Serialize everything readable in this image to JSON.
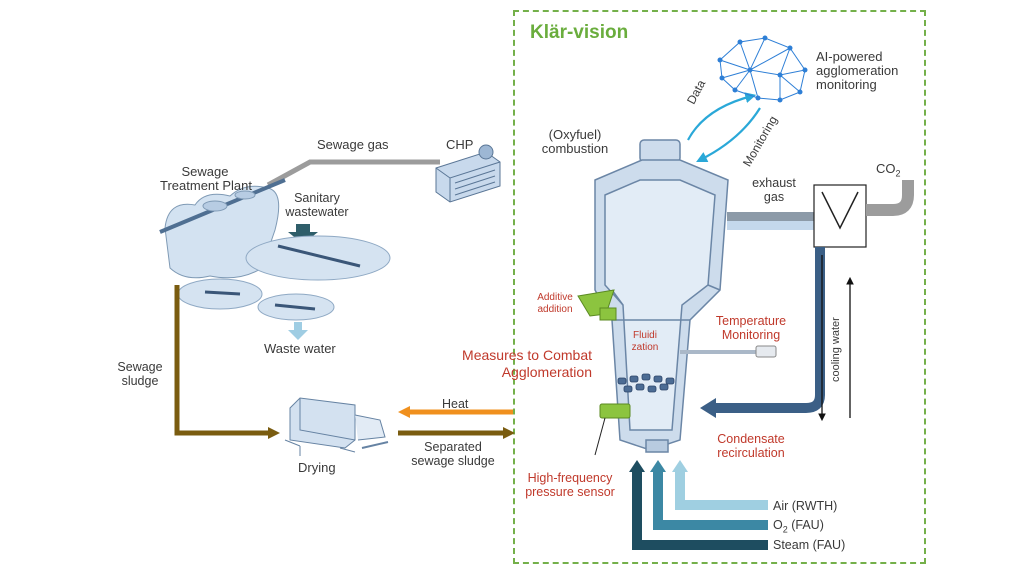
{
  "brand": "Klär-vision",
  "labels": {
    "sewage_plant": "Sewage",
    "sewage_plant_2": "Treatment Plant",
    "sewage_gas": "Sewage gas",
    "chp": "CHP",
    "sanitary": "Sanitary",
    "sanitary_2": "wastewater",
    "waste_water": "Waste water",
    "sewage_sludge": "Sewage",
    "sewage_sludge_2": "sludge",
    "drying": "Drying",
    "heat": "Heat",
    "separated": "Separated",
    "separated_2": "sewage sludge",
    "measures": "Measures to Combat",
    "measures_2": "Agglomeration",
    "oxyfuel": "(Oxyfuel)",
    "oxyfuel_2": "combustion",
    "ai": "AI-powered",
    "ai_2": "agglomeration",
    "ai_3": "monitoring",
    "data": "Data",
    "monitoring": "Monitoring",
    "exhaust": "exhaust",
    "exhaust_2": "gas",
    "co2_main": "CO",
    "co2_sub": "2",
    "additive": "Additive",
    "additive_2": "addition",
    "fluid": "Fluidi",
    "fluid_2": "zation",
    "temp": "Temperature",
    "temp_2": "Monitoring",
    "cooling": "cooling water",
    "condensate": "Condensate",
    "condensate_2": "recirculation",
    "hf_sensor": "High-frequency",
    "hf_sensor_2": "pressure sensor",
    "air": "Air (RWTH)",
    "o2_main": "O",
    "o2_sub": "2",
    "o2_rest": " (FAU)",
    "steam": "Steam (FAU)"
  },
  "colors": {
    "frame": "#74b04a",
    "brand": "#6aad3d",
    "red": "#c0392b",
    "brown": "#7a5c10",
    "orange": "#f0901e",
    "gray_pipe": "#9c9c9c",
    "blue_light": "#c4d8ec",
    "blue_dark": "#3b5f86",
    "air_pipe": "#9fcfe1",
    "o2_pipe": "#3c88a4",
    "steam_pipe": "#1e4d60",
    "ai_blue": "#2e7fd6",
    "green": "#8cc43f"
  },
  "icons": [
    "brain-network-icon",
    "chp-engine-icon",
    "dryer-machine-icon",
    "heat-exchanger-icon",
    "fluidized-bed-reactor-icon"
  ]
}
